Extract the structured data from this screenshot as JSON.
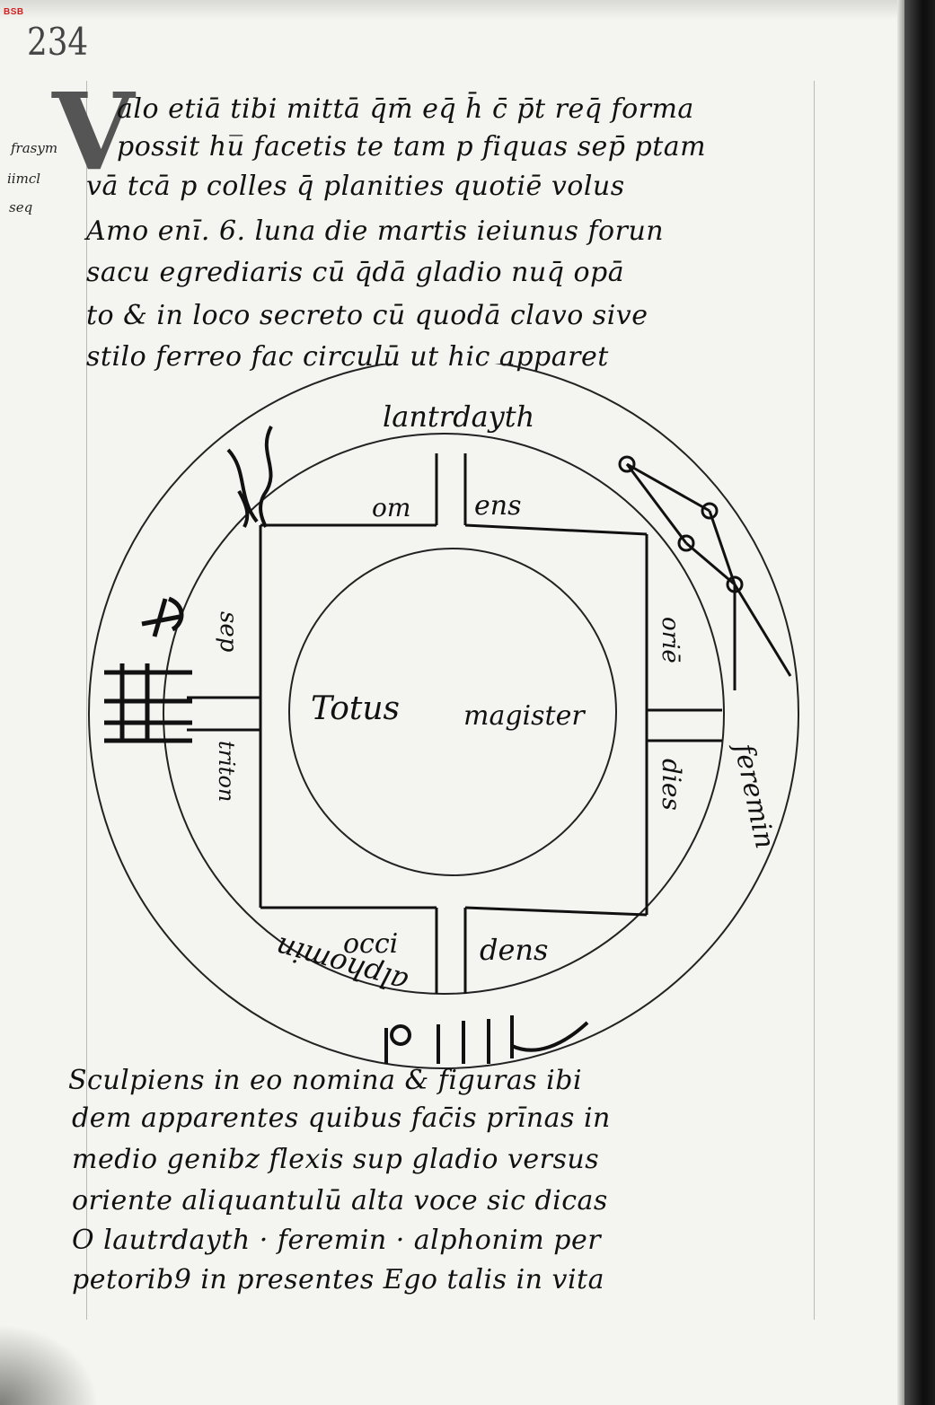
{
  "library_mark": "BSB",
  "folio_number": "234",
  "margin_notes": [
    "frasym",
    "iimcl",
    "seq"
  ],
  "initial_letter": "V",
  "text_lines": [
    "alo etiā tibi mittā q̄m̄ eq̄ h̄ c̄ p̄t req̄ forma",
    "possit hu̅ facetis te tam p fiquas sep̄ ptam",
    "vā tcā p colles q̄ planities quotiē volus",
    "Amo enī. 6. luna die martis ieiunus forun",
    "sacu egrediaris cū q̄dā gladio nuq̄ opā",
    "to & in loco secreto cū quodā clavo sive",
    "stilo ferreo fac circulū ut hic apparet"
  ],
  "diagram": {
    "outer_ring_words": [
      "lantrdayth",
      "feremin",
      "alphomin"
    ],
    "inner_ring_words": [
      "om",
      "ens",
      "oriē",
      "dies",
      "occi",
      "dens",
      "sep",
      "triton"
    ],
    "center_words": [
      "Totus",
      "magister"
    ]
  },
  "closing_lines": [
    "Sculpiens in eo nomina & figuras ibi",
    "dem apparentes quibus fac̄is prīnas in",
    "medio genibz flexis sup gladio versus",
    "oriente aliquantulū alta voce sic dicas",
    "O lautrdayth · feremin · alphonim per",
    "petorib9 in presentes Ego talis in vita"
  ]
}
